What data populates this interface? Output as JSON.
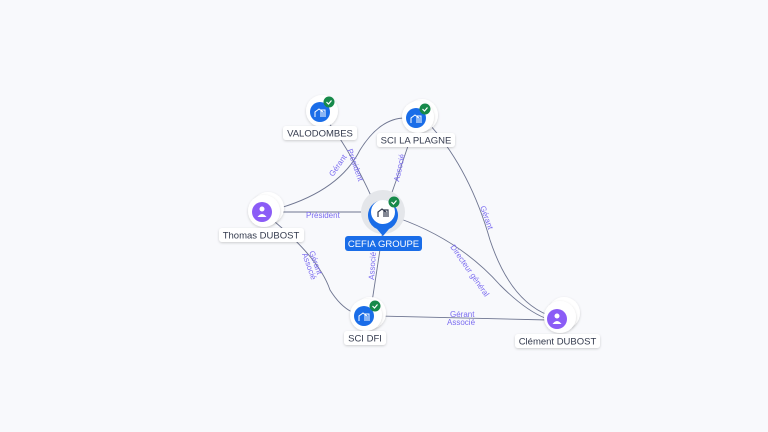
{
  "nodes": {
    "valodombes": {
      "label": "VALODOMBES",
      "type": "company",
      "verified": true
    },
    "sci_la_plagne": {
      "label": "SCI LA PLAGNE",
      "type": "company",
      "verified": true
    },
    "thomas": {
      "label": "Thomas DUBOST",
      "type": "person"
    },
    "cefia": {
      "label": "CEFIA GROUPE",
      "type": "company",
      "verified": true,
      "focus": true
    },
    "sci_dfi": {
      "label": "SCI DFI",
      "type": "company",
      "verified": true
    },
    "clement": {
      "label": "Clément DUBOST",
      "type": "person"
    }
  },
  "edges": {
    "thomas_cefia": "Président",
    "thomas_plagne": "Gérant",
    "valodombes_cefia": "Président",
    "plagne_cefia": "Associé",
    "cefia_dfi": "Associé",
    "thomas_dfi_1": "Gérant",
    "thomas_dfi_2": "Associé",
    "cefia_clement": "Directeur général",
    "plagne_clement": "Gérant",
    "dfi_clement_1": "Gérant",
    "dfi_clement_2": "Associé"
  },
  "colors": {
    "company": "#1a6de8",
    "person": "#8b5cf6",
    "check": "#178a4a",
    "edge_label": "#7b6cf0"
  }
}
